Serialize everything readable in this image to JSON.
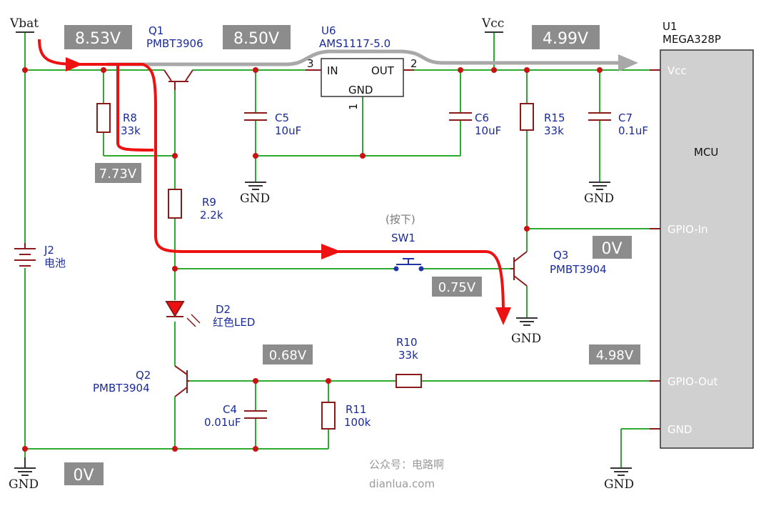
{
  "nets": {
    "vbat": "Vbat",
    "vcc": "Vcc",
    "gnd": "GND"
  },
  "mcu": {
    "designator": "U1",
    "part": "MEGA328P",
    "body_label": "MCU",
    "pins": {
      "vcc": "Vcc",
      "gpio_in": "GPIO-In",
      "gpio_out": "GPIO-Out",
      "gnd": "GND"
    }
  },
  "regulator": {
    "designator": "U6",
    "part": "AMS1117-5.0",
    "pin_in": "IN",
    "pin_out": "OUT",
    "pin_gnd": "GND",
    "num_in": "3",
    "num_out": "2",
    "num_gnd": "1"
  },
  "components": {
    "q1": {
      "ref": "Q1",
      "part": "PMBT3906"
    },
    "q2": {
      "ref": "Q2",
      "part": "PMBT3904"
    },
    "q3": {
      "ref": "Q3",
      "part": "PMBT3904"
    },
    "r8": {
      "ref": "R8",
      "value": "33k"
    },
    "r9": {
      "ref": "R9",
      "value": "2.2k"
    },
    "r10": {
      "ref": "R10",
      "value": "33k"
    },
    "r11": {
      "ref": "R11",
      "value": "100k"
    },
    "r15": {
      "ref": "R15",
      "value": "33k"
    },
    "c4": {
      "ref": "C4",
      "value": "0.01uF"
    },
    "c5": {
      "ref": "C5",
      "value": "10uF"
    },
    "c6": {
      "ref": "C6",
      "value": "10uF"
    },
    "c7": {
      "ref": "C7",
      "value": "0.1uF"
    },
    "d2": {
      "ref": "D2",
      "value": "红色LED"
    },
    "j2": {
      "ref": "J2",
      "value": "电池"
    },
    "sw1": {
      "ref": "SW1",
      "note": "(按下)"
    }
  },
  "voltages": {
    "vbat": "8.53V",
    "q1_collector": "8.50V",
    "vcc": "4.99V",
    "q1_base": "7.73V",
    "gpio_in": "0V",
    "q3_base": "0.75V",
    "q2_base": "0.68V",
    "gpio_out": "4.98V",
    "ground": "0V"
  },
  "watermark": {
    "line1": "公众号：电路啊",
    "line2": "dianlua.com"
  },
  "colors": {
    "wire": "#2eaa2e",
    "node": "#cc1111",
    "component": "#8b1a1a",
    "label": "#1a2a9a",
    "voltage_box": "#8c8c8c",
    "current_arrow": "#ee1111",
    "ic_fill": "#d0d0d0"
  }
}
